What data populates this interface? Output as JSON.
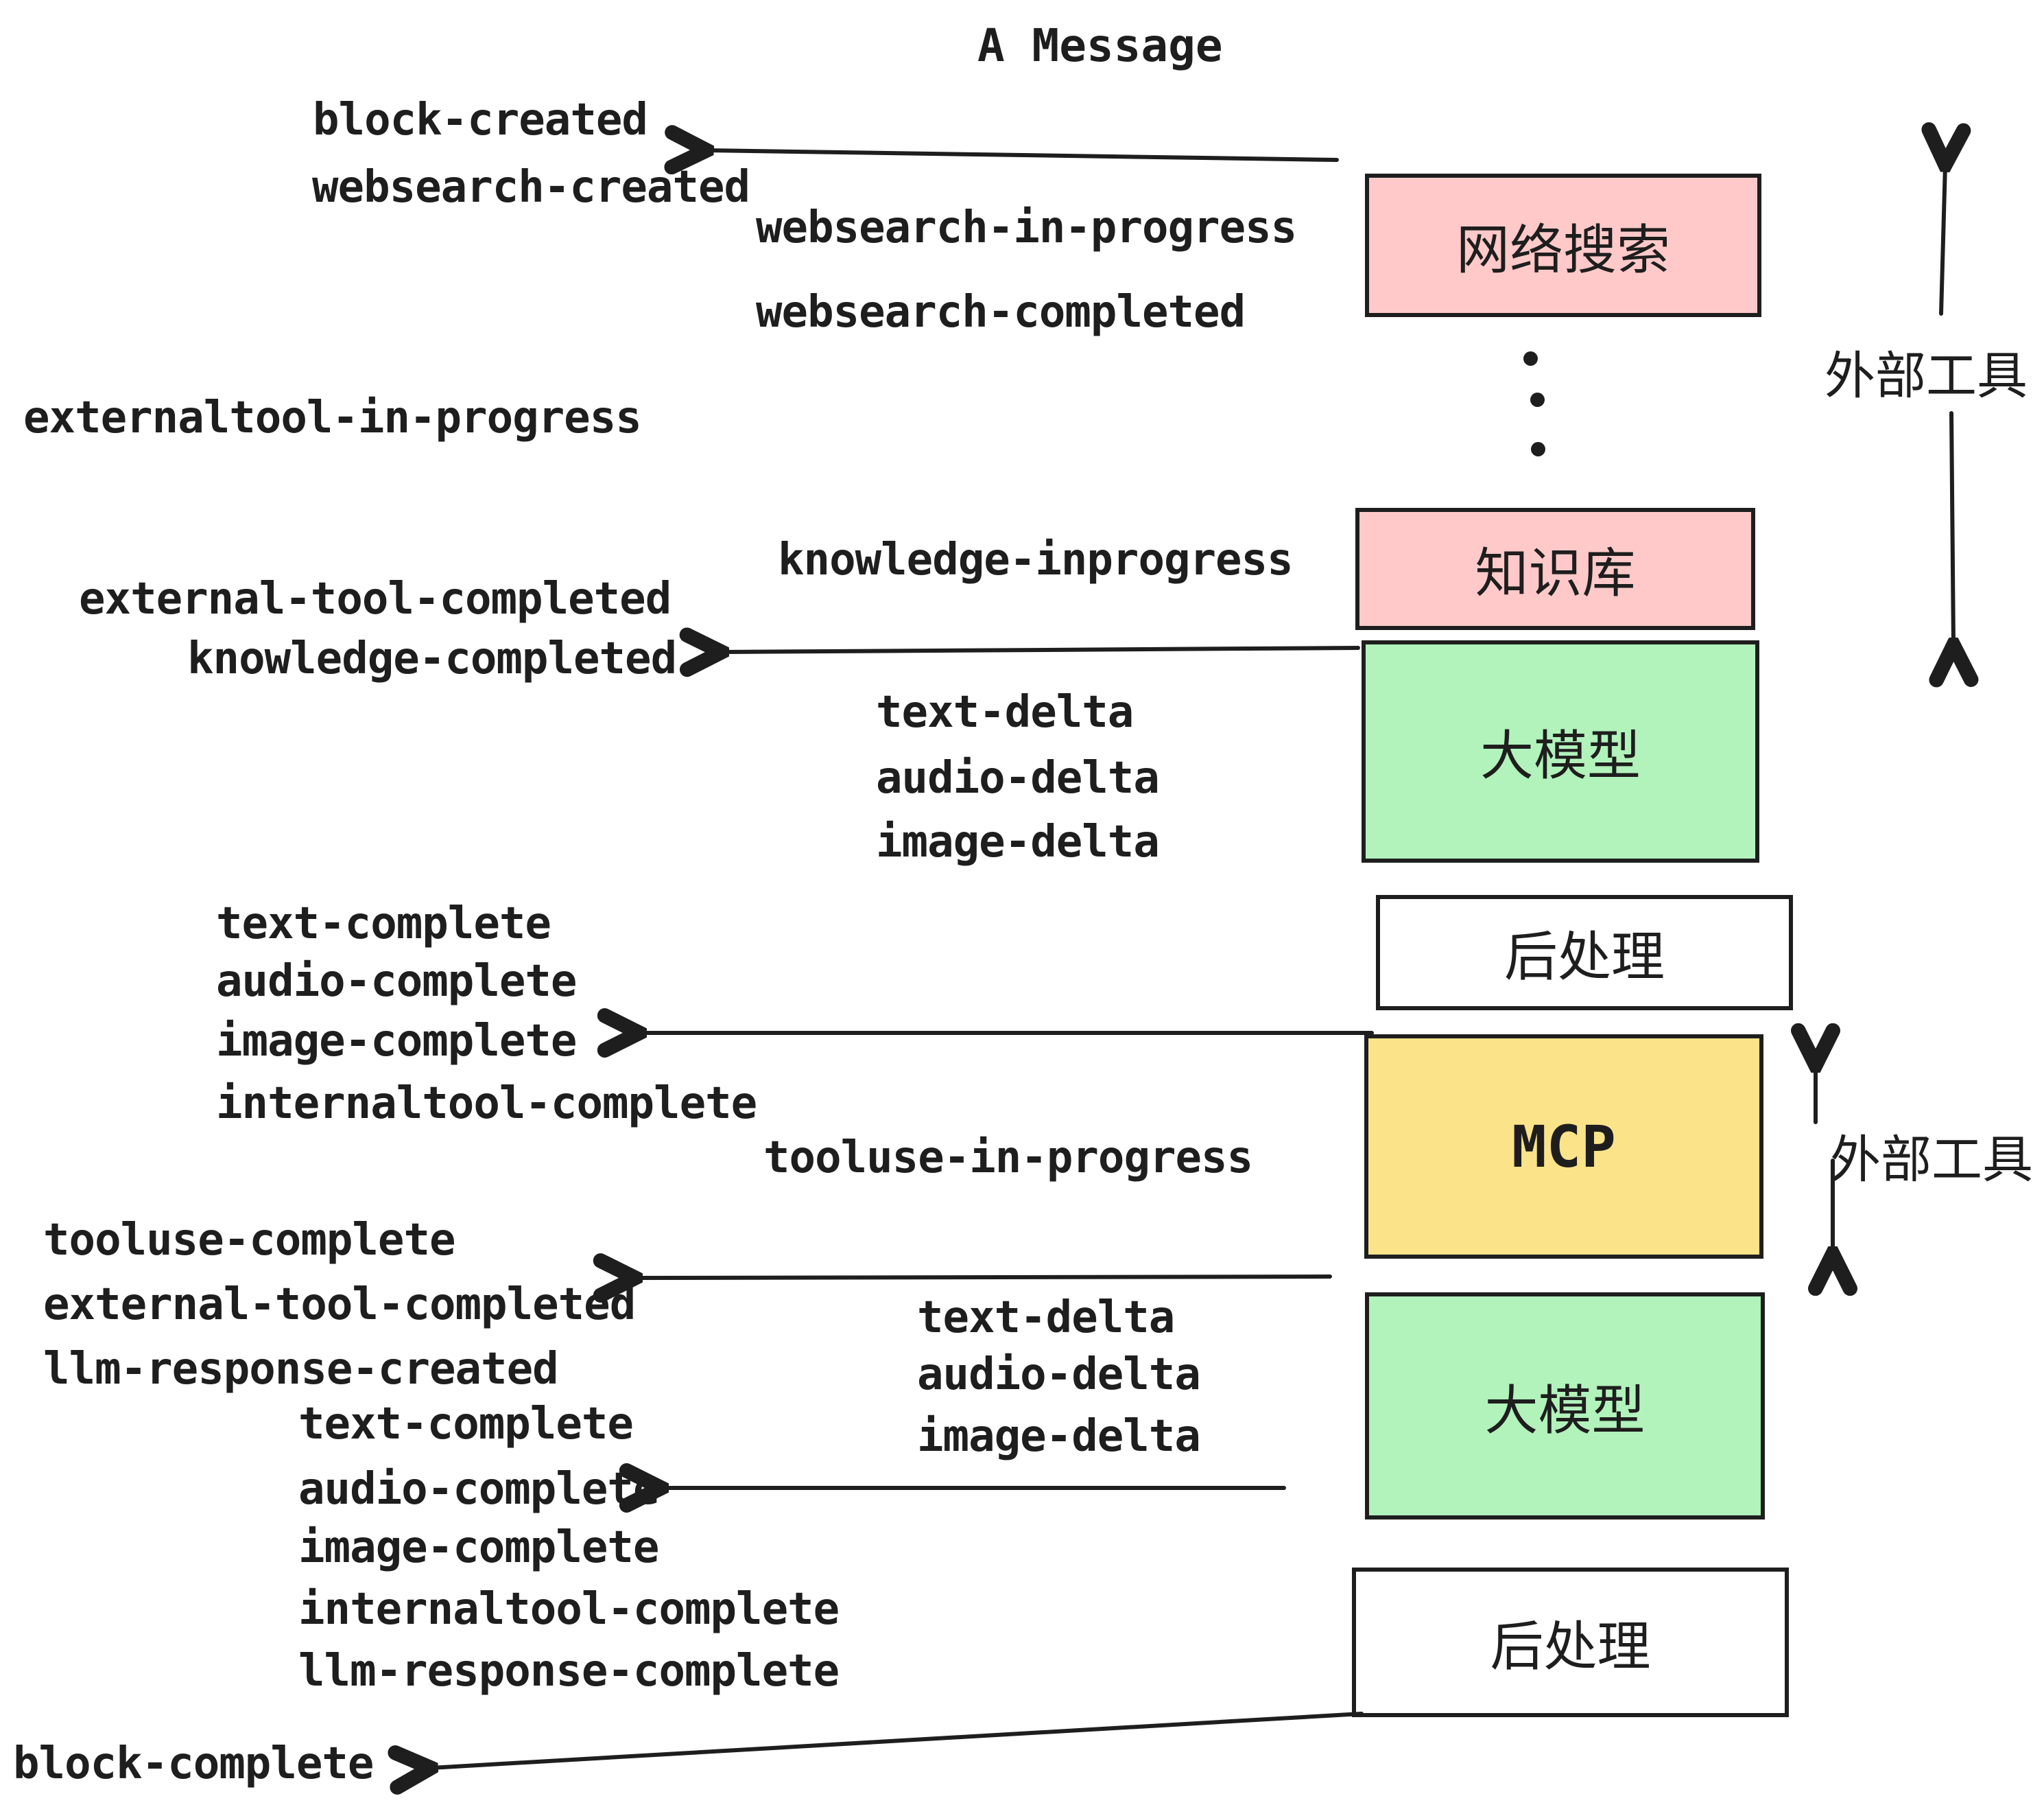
{
  "title": "A Message",
  "colors": {
    "pink": "#ffc9c9",
    "green": "#b2f2bb",
    "yellow": "#fbe38a",
    "white": "#ffffff",
    "ink": "#1e1e1e"
  },
  "boxes": [
    {
      "label": "网络搜索",
      "fill": "pink"
    },
    {
      "label": "知识库",
      "fill": "pink"
    },
    {
      "label": "大模型",
      "fill": "green"
    },
    {
      "label": "后处理",
      "fill": "white"
    },
    {
      "label": "MCP",
      "fill": "yellow"
    },
    {
      "label": "大模型",
      "fill": "green"
    },
    {
      "label": "后处理",
      "fill": "white"
    }
  ],
  "side_labels": [
    {
      "text": "外部工具"
    },
    {
      "text": "外部工具"
    }
  ],
  "events": [
    "block-created",
    "websearch-created",
    "websearch-in-progress",
    "websearch-completed",
    "externaltool-in-progress",
    "knowledge-inprogress",
    "external-tool-completed",
    "knowledge-completed",
    "text-delta",
    "audio-delta",
    "image-delta",
    "text-complete",
    "audio-complete",
    "image-complete",
    "internaltool-complete",
    "tooluse-in-progress",
    "tooluse-complete",
    "external-tool-completed",
    "llm-response-created",
    "text-delta",
    "audio-delta",
    "image-delta",
    "text-complete",
    "audio-complete",
    "image-complete",
    "internaltool-complete",
    "llm-response-complete",
    "block-complete"
  ]
}
